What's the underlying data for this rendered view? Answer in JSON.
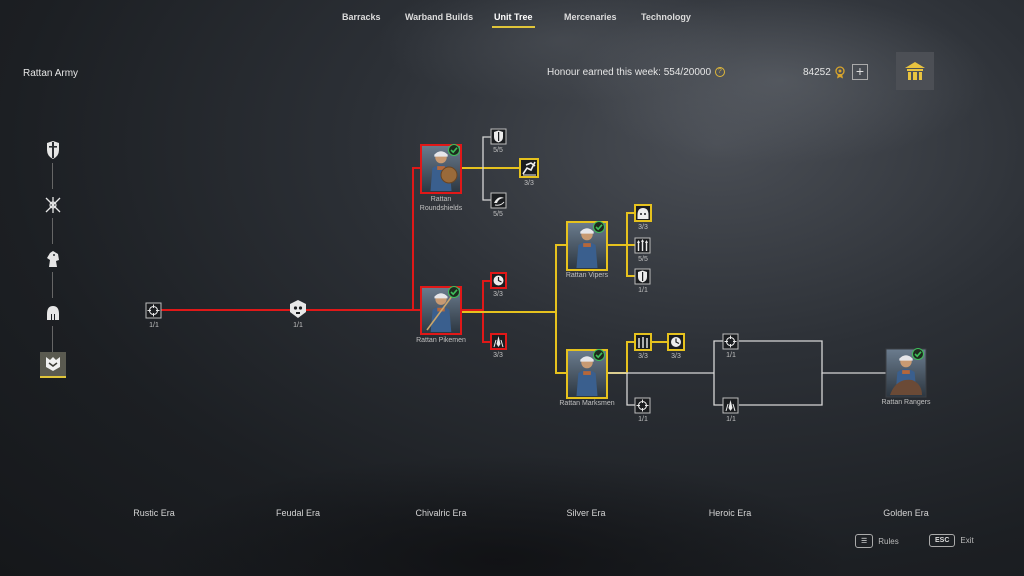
{
  "nav": {
    "tabs": [
      {
        "label": "Barracks",
        "active": false
      },
      {
        "label": "Warband Builds",
        "active": false
      },
      {
        "label": "Unit Tree",
        "active": true
      },
      {
        "label": "Mercenaries",
        "active": false
      },
      {
        "label": "Technology",
        "active": false
      }
    ]
  },
  "army": {
    "title": "Rattan Army"
  },
  "honour": {
    "text": "Honour earned this week: 554/20000",
    "help": "?"
  },
  "currency": {
    "value": "84252",
    "plus": "+"
  },
  "sidebar": {
    "items": [
      {
        "icon": "shield-sword-icon",
        "active": false
      },
      {
        "icon": "crossed-arrows-icon",
        "active": false
      },
      {
        "icon": "horse-head-icon",
        "active": false
      },
      {
        "icon": "helmet-icon",
        "active": false
      },
      {
        "icon": "rattan-emblem-icon",
        "active": true
      }
    ]
  },
  "tree": {
    "nodes": {
      "n_root": {
        "count": "1/1",
        "icon": "target-icon"
      },
      "n_feudal": {
        "count": "1/1",
        "icon": "skull-emblem-icon"
      },
      "roundshields": {
        "name": "Rattan Roundshields"
      },
      "pikemen": {
        "name": "Rattan Pikemen"
      },
      "vipers": {
        "name": "Rattan Vipers"
      },
      "marksmen": {
        "name": "Rattan Marksmen"
      },
      "rangers": {
        "name": "Rattan Rangers"
      },
      "rs_shield": {
        "count": "5/5",
        "icon": "shield-icon"
      },
      "rs_sprint": {
        "count": "3/3",
        "icon": "sprint-icon"
      },
      "rs_swirl": {
        "count": "5/5",
        "icon": "swirl-icon"
      },
      "pk_clock": {
        "count": "3/3",
        "icon": "clock-icon"
      },
      "pk_spike": {
        "count": "3/3",
        "icon": "spike-icon"
      },
      "vp_helm": {
        "count": "3/3",
        "icon": "helmet-face-icon"
      },
      "vp_arrows": {
        "count": "5/5",
        "icon": "arrow-bundle-icon"
      },
      "vp_shield": {
        "count": "1/1",
        "icon": "shield-icon"
      },
      "mk_arrows": {
        "count": "3/3",
        "icon": "arrow-bundle-icon"
      },
      "mk_clock": {
        "count": "3/3",
        "icon": "clock-icon"
      },
      "mk_target": {
        "count": "1/1",
        "icon": "target-icon"
      },
      "hr_target": {
        "count": "1/1",
        "icon": "target-icon"
      },
      "hr_spike": {
        "count": "1/1",
        "icon": "spike-icon"
      }
    }
  },
  "eras": [
    "Rustic Era",
    "Feudal Era",
    "Chivalric Era",
    "Silver Era",
    "Heroic Era",
    "Golden Era"
  ],
  "footer": {
    "rules_key": "☰",
    "rules": "Rules",
    "exit_key": "ESC",
    "exit": "Exit"
  },
  "colors": {
    "red": "#e01818",
    "gold": "#e6c21e",
    "white": "#d6d6d6",
    "check": "#3fbf5a"
  }
}
